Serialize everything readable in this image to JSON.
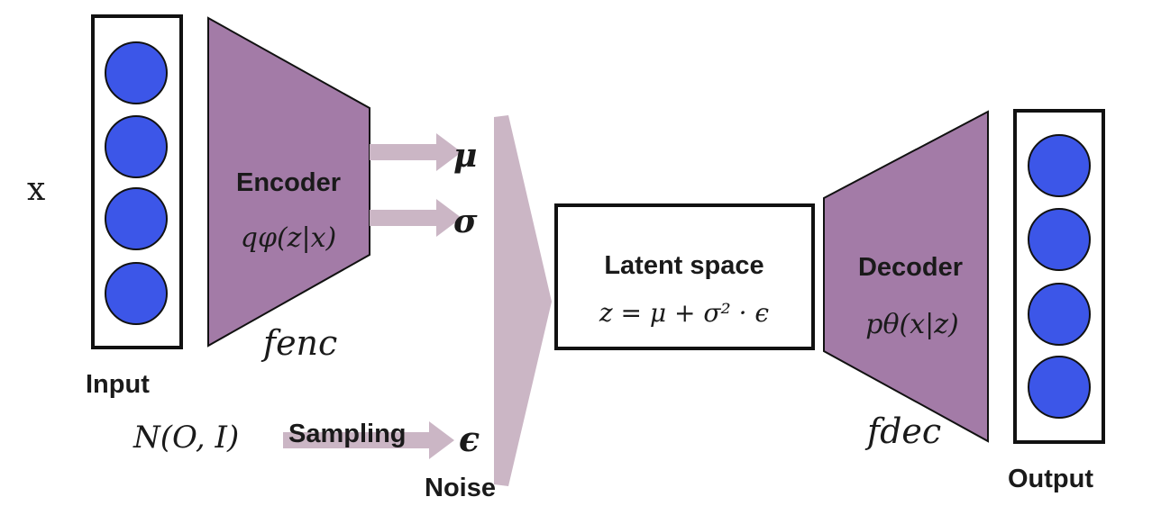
{
  "diagram": {
    "input_symbol": "x",
    "input_label": "Input",
    "encoder": {
      "title": "Encoder",
      "formula": "qφ(z|x)",
      "func": "fenc"
    },
    "mu": "μ",
    "sigma": "σ",
    "noise": {
      "dist": "N(O, I)",
      "sampling": "Sampling",
      "eps": "ϵ",
      "label": "Noise"
    },
    "latent": {
      "title": "Latent space",
      "formula": "z = μ + σ² · ϵ"
    },
    "decoder": {
      "title": "Decoder",
      "formula": "pθ(x|z)",
      "func": "fdec"
    },
    "output_label": "Output",
    "colors": {
      "trapezoid": "#a37ba7",
      "arrow": "#cbb6c5",
      "neuron": "#3c56e8",
      "stroke": "#111111"
    }
  }
}
